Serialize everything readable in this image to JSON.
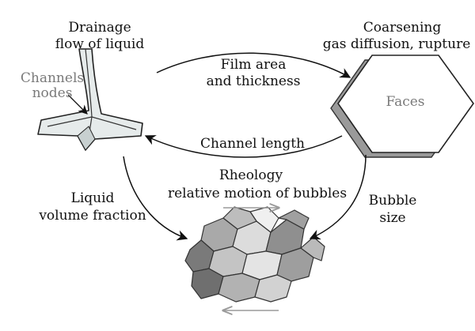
{
  "labels": {
    "drainage_line1": "Drainage",
    "drainage_line2": "flow of liquid",
    "coarsening_line1": "Coarsening",
    "coarsening_line2": "gas diffusion, rupture",
    "channels": "Channels",
    "nodes": "nodes",
    "film_line1": "Film area",
    "film_line2": "and thickness",
    "faces": "Faces",
    "channel_length": "Channel length",
    "rheology_line1": "Rheology",
    "rheology_line2": "relative motion of bubbles",
    "liquid_line1": "Liquid",
    "liquid_line2": "volume fraction",
    "bubble_line1": "Bubble",
    "bubble_line2": "size"
  },
  "colors": {
    "text": "#111111",
    "annotation_gray": "#7a7a7a",
    "channel_fill": "#e6ebeb",
    "face_shadow": "#9a9a9a",
    "foam_dark": "#6f6f6f",
    "foam_mid": "#a9a9a9",
    "foam_light": "#dcdcdc"
  }
}
